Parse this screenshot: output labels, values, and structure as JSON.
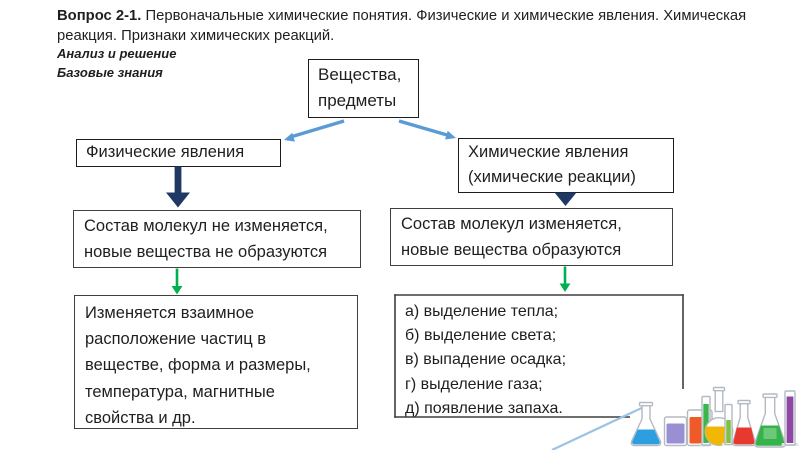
{
  "header": {
    "question_prefix": "Вопрос 2-1.",
    "question_rest": " Первоначальные химические понятия. Физические и химические явления. Химическая",
    "question_line2": "реакция. Признаки химических реакций.",
    "analysis_label": "Анализ и решение",
    "basics_label": "Базовые знания"
  },
  "flowchart": {
    "root": {
      "lines": [
        "Вещества,",
        "предметы"
      ]
    },
    "physical": {
      "label": "Физические явления"
    },
    "chemical": {
      "lines": [
        "Химические явления",
        "(химические реакции)"
      ]
    },
    "physical_desc": {
      "lines": [
        "Состав молекул не изменяется,",
        "новые вещества не образуются"
      ]
    },
    "chemical_desc": {
      "lines": [
        "Состав молекул изменяется,",
        "новые вещества образуются"
      ]
    },
    "physical_detail": {
      "lines": [
        "Изменяется взаимное",
        "расположение частиц в",
        "веществе, форма и размеры,",
        "температура, магнитные",
        "свойства и др."
      ]
    },
    "reaction_signs": {
      "lines": [
        "а) выделение тепла;",
        "б) выделение света;",
        "в) выпадение осадка;",
        "г) выделение газа;",
        "д) появление запаха."
      ]
    }
  },
  "colors": {
    "branch_arrow": "#5b9bd5",
    "main_arrow": "#1f3864",
    "detail_arrow": "#00b050",
    "decorative_line": "#9cc2e5",
    "box_border_dark": "#1c1c1c",
    "box_border_gray": "#3f3f3f"
  },
  "glassware": {
    "items": [
      {
        "name": "erlenmeyer-flask-blue",
        "color": "#2d9fe0"
      },
      {
        "name": "beaker-purple",
        "color": "#9b8fd4"
      },
      {
        "name": "beaker-orange",
        "color": "#f05a28"
      },
      {
        "name": "cylinder-green",
        "color": "#3cb54a"
      },
      {
        "name": "round-flask-yellow",
        "color": "#f2b705"
      },
      {
        "name": "test-tube-green",
        "color": "#7dc242"
      },
      {
        "name": "erlenmeyer-flask-red",
        "color": "#e8392e"
      },
      {
        "name": "erlenmeyer-flask-green",
        "color": "#35b34a"
      },
      {
        "name": "cylinder-violet",
        "color": "#8d48a4"
      }
    ]
  }
}
